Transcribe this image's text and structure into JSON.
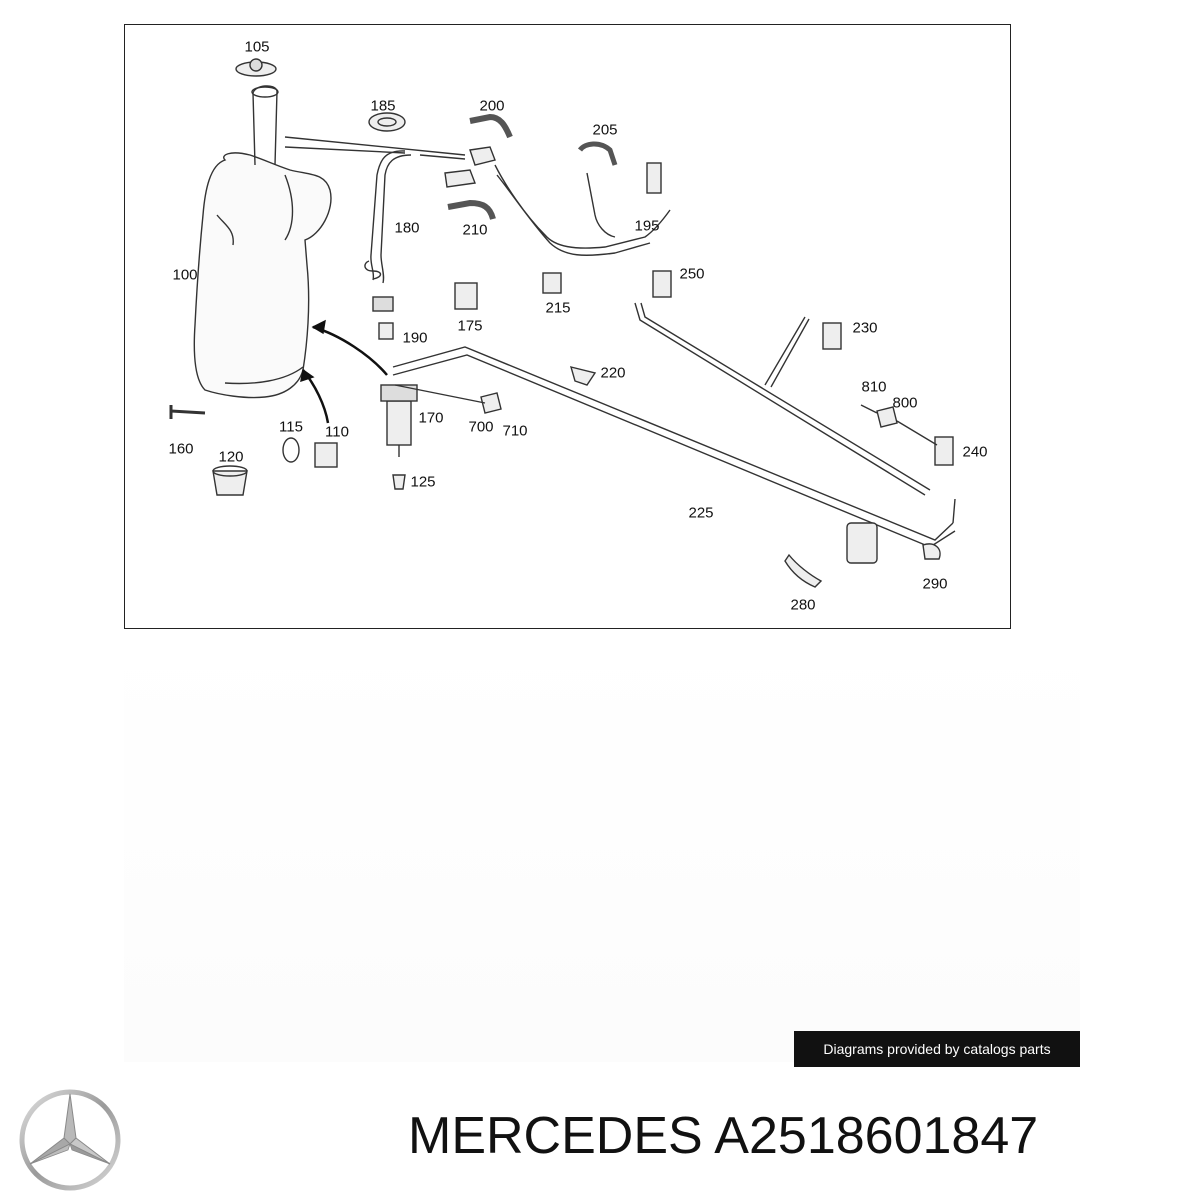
{
  "diagram": {
    "part_numbers": [
      "105",
      "185",
      "200",
      "205",
      "195",
      "210",
      "180",
      "100",
      "215",
      "175",
      "190",
      "250",
      "230",
      "220",
      "170",
      "700",
      "710",
      "810",
      "800",
      "160",
      "115",
      "110",
      "120",
      "125",
      "240",
      "225",
      "280",
      "290"
    ]
  },
  "credit": "Diagrams provided by catalogs parts",
  "title": {
    "brand": "MERCEDES",
    "part_number": "A2518601847"
  },
  "logo": {
    "icon": "mercedes-star-icon"
  }
}
